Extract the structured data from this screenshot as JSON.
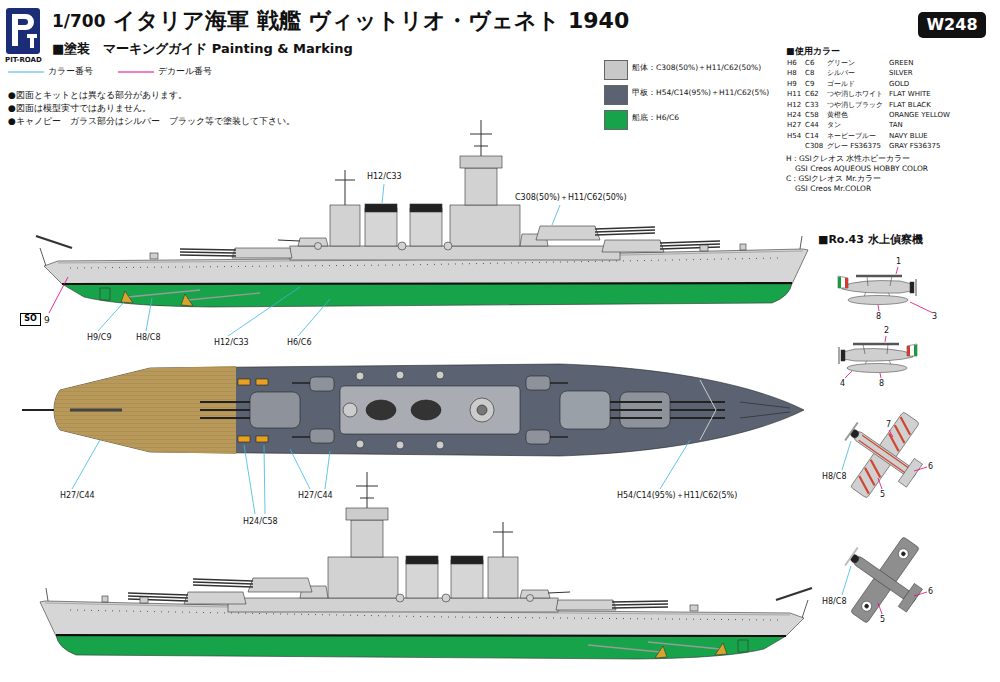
{
  "diagram": {
    "title": "イタリア海軍 戦艦 ヴィットリオ・ヴェネト 1940",
    "nodes": [
      {
        "text": [
          "W248"
        ]
      },
      {
        "text": [
          "SO"
        ]
      }
    ],
    "labels": [
      "1/700",
      "■塗装　マーキングガイド Painting & Marking",
      "PIT-ROAD",
      "●図面とキットとは異なる部分があります。",
      "●図面は模型実寸ではありません。",
      "●キャノピー　ガラス部分はシルバー　ブラック等で塗装して下さい。",
      "■使用カラー",
      "H6",
      "C6",
      "グリーン",
      "GREEN",
      "H8",
      "C8",
      "シルバー",
      "SILVER",
      "H9",
      "C9",
      "ゴールド",
      "GOLD",
      "H11",
      "C62",
      "つや消しホワイト",
      "FLAT WHITE",
      "H12",
      "C33",
      "つや消しブラック",
      "FLAT BLACK",
      "H24",
      "C58",
      "黄橙色",
      "ORANGE YELLOW",
      "H27",
      "C44",
      "タン",
      "TAN",
      "H54",
      "C14",
      "ネービーブルー",
      "NAVY BLUE",
      "C308",
      "グレー FS36375",
      "GRAY FS36375",
      "H : GSIクレオス 水性ホビーカラー",
      "GSI Creos AQUEOUS HOBBY COLOR",
      "C : GSIクレオス Mr.カラー",
      "GSI Creos Mr.COLOR",
      "H12/C33",
      "C308(50%)＋H11/C62(50%)",
      "9",
      "H9/C9",
      "H8/C8",
      "H12/C33",
      "H6/C6",
      "H27/C44",
      "H24/C58",
      "H27/C44",
      "H54/C14(95%)＋H11/C62(5%)",
      "■Ro.43 水上偵察機",
      "1",
      "8",
      "3",
      "2",
      "8",
      "4",
      "7",
      "6",
      "H8/C8",
      "5",
      "H8/C8",
      "6",
      "5"
    ],
    "legend": [
      {
        "text": "カラー番号"
      },
      {
        "text": "デカール番号"
      },
      {
        "text": "船体：C308(50%)＋H11/C62(50%)",
        "color": "#c8c8c8"
      },
      {
        "text": "甲板：H54/C14(95%)＋H11/C62(5%)",
        "color": "#5b6373"
      },
      {
        "text": "船底：H6/C6",
        "color": "#17a34a"
      }
    ]
  }
}
